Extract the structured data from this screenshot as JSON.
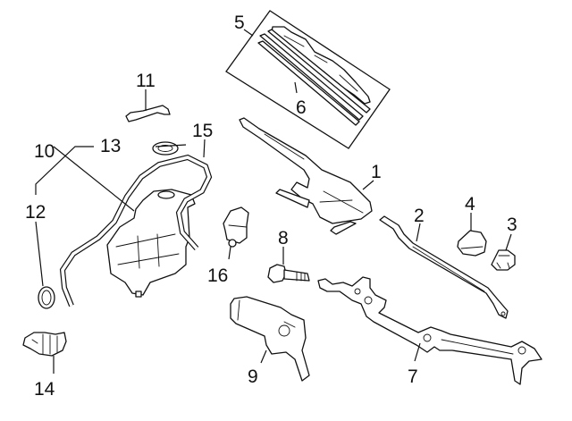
{
  "diagram": {
    "type": "exploded parts diagram",
    "subject": "Windshield wiper and washer components",
    "colors": {
      "line": "#111111",
      "background": "#ffffff"
    },
    "callouts": [
      {
        "number": "1",
        "part": "wiper-arm-driver"
      },
      {
        "number": "2",
        "part": "wiper-arm-passenger"
      },
      {
        "number": "3",
        "part": "arm-nut"
      },
      {
        "number": "4",
        "part": "arm-cap"
      },
      {
        "number": "5",
        "part": "wiper-blade-assembly"
      },
      {
        "number": "6",
        "part": "blade-refill"
      },
      {
        "number": "7",
        "part": "wiper-linkage"
      },
      {
        "number": "8",
        "part": "mounting-bolt"
      },
      {
        "number": "9",
        "part": "wiper-motor"
      },
      {
        "number": "10",
        "part": "washer-reservoir"
      },
      {
        "number": "11",
        "part": "reservoir-bracket"
      },
      {
        "number": "12",
        "part": "pump-grommet"
      },
      {
        "number": "13",
        "part": "reservoir-cap-seal"
      },
      {
        "number": "14",
        "part": "washer-pump"
      },
      {
        "number": "15",
        "part": "washer-hose"
      },
      {
        "number": "16",
        "part": "washer-nozzle"
      }
    ]
  }
}
